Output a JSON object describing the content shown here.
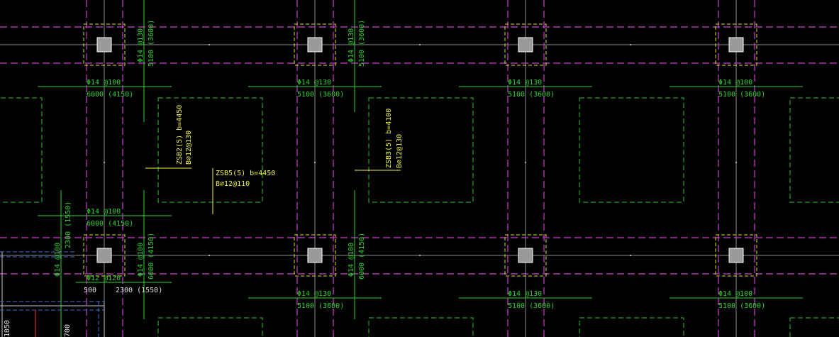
{
  "colors": {
    "background": "#000000",
    "axis": "#9a9a9a",
    "column_box": "#e0e020",
    "column_fill": "#9a9a9a",
    "beam_magenta": "#d040d0",
    "rebar_green": "#30d030",
    "slab_green": "#30c030",
    "annotation_yellow": "#f0f040",
    "pit_cyan": "#4060c0",
    "red": "#ff3030",
    "white_text": "#e0e0e0"
  },
  "labels": {
    "bar_d14_100": "Φ14 @100",
    "bar_d14_130": "Φ14 @130",
    "bar_d12_120": "Φ12 @120",
    "span_6000_4150": "6000 (4150)",
    "span_5100_3600": "5100 (3600)",
    "dim_2300_1550": "2300 (1550)",
    "dim_500": "500",
    "dim_1050": "1050",
    "dim_700": "700"
  },
  "annotations": {
    "zsb2": {
      "line1": "ZSB2(5) b=4450",
      "line2": "B⌀12@130"
    },
    "zsb5": {
      "line1": "ZSB5(5) b=4450",
      "line2": "B⌀12@110"
    },
    "zsb3": {
      "line1": "ZSB3(5) b=4100",
      "line2": "B⌀12@130"
    }
  }
}
